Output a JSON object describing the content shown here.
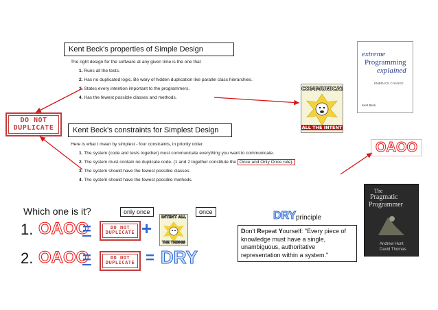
{
  "properties_box": {
    "title": "Kent Beck's properties  of Simple Design",
    "intro": "The right design for the software at any given time is the one that",
    "items": [
      {
        "num": "1.",
        "text": "Runs all the tests."
      },
      {
        "num": "2.",
        "text": "Has no duplicated logic. Be wary of hidden duplication like parallel class hierarchies."
      },
      {
        "num": "3.",
        "text": "States every intention important to the programmers."
      },
      {
        "num": "4.",
        "text": "Has the fewest possible classes and methods."
      }
    ]
  },
  "constraints_box": {
    "title": "Kent  Beck's  constraints  for  Simplest Design",
    "intro": "Here is what I mean by simplest - four constraints, in priority order.",
    "items": [
      {
        "num": "1.",
        "text": "The system (code and tests together) must communicate everything you want to communicate."
      },
      {
        "num": "2.",
        "text": "The system must contain no duplicate code. (1 and 2 together constitute the",
        "highlight": "Once and Only Once rule)."
      },
      {
        "num": "3.",
        "text": "The system should have the fewest possible classes."
      },
      {
        "num": "4.",
        "text": "The system should have the fewest possible methods."
      }
    ]
  },
  "stamp": {
    "line1": "DO NOT",
    "line2": "DUPLICATE"
  },
  "meme": {
    "top": "COMMUNICATE",
    "bottom": "ALL THE INTENT",
    "small_top": "INTENT ALL",
    "small_bottom": "THE THINGS"
  },
  "oaoo_label": "OAOO",
  "book_xp": {
    "line1": "extreme",
    "line2": "Programming",
    "line3": "explained",
    "subtitle": "EMBRACE CHANGE",
    "author": "Kent Beck"
  },
  "book_pragmatic": {
    "line1": "The",
    "line2": "Pragmatic",
    "line3": "Programmer",
    "authors1": "Andrew Hunt",
    "authors2": "David Thomas"
  },
  "question": "Which one is it?",
  "tag_only_once": "only once",
  "tag_once": "once",
  "rows": [
    {
      "num": "1.",
      "lhs": "OAOO",
      "eq": "=",
      "op": "+"
    },
    {
      "num": "2.",
      "lhs": "OAOO",
      "eq": "=",
      "rhs_eq": "=",
      "rhs": "DRY"
    }
  ],
  "dry": {
    "word": "DRY",
    "suffix": "principle",
    "quote_bold1": "D",
    "quote_rest1": "on't ",
    "quote_bold2": "R",
    "quote_rest2": "epeat ",
    "quote_bold3": "Y",
    "quote_rest3": "ourself: \"Every piece of knowledge must have a single, unambiguous, authoritative representation within a system.\""
  },
  "colors": {
    "arrow_red": "#d21a1a",
    "stamp_red": "#c43a3a",
    "accent_blue": "#2b67d1"
  }
}
